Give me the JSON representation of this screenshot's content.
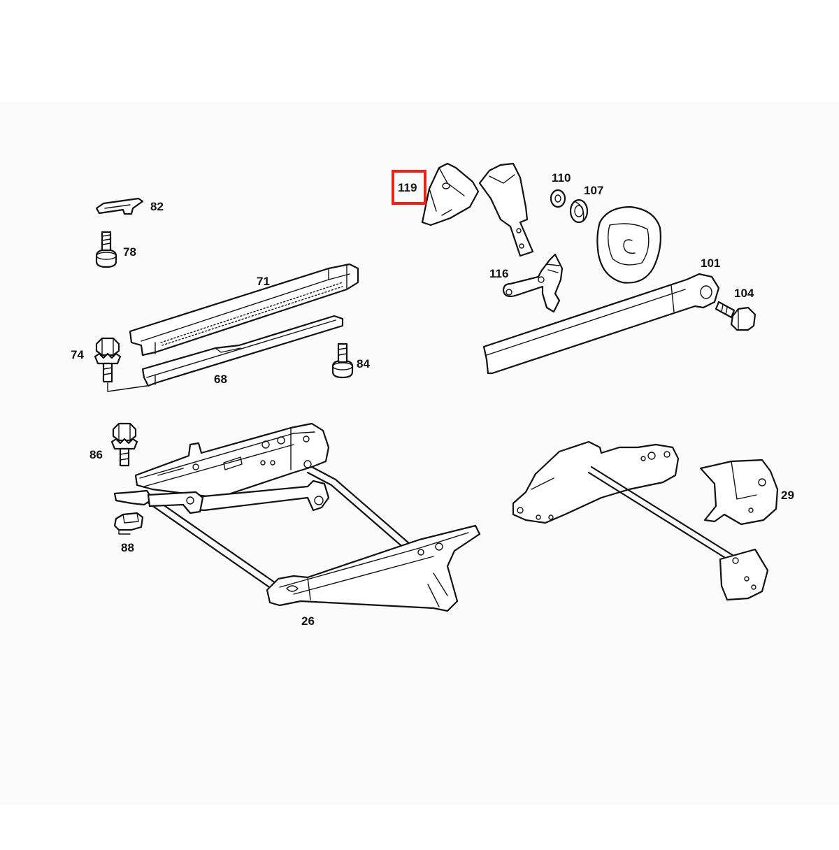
{
  "diagram": {
    "callouts": {
      "c82": "82",
      "c78": "78",
      "c71": "71",
      "c74": "74",
      "c84": "84",
      "c68": "68",
      "c86": "86",
      "c88": "88",
      "c26": "26",
      "c119": "119",
      "c110": "110",
      "c107": "107",
      "c116": "116",
      "c101": "101",
      "c104": "104",
      "c29": "29"
    },
    "highlighted_callout": "119",
    "highlight_color": "#e8231a",
    "line_color": "#111111",
    "panel_color": "#fbfbfb"
  }
}
